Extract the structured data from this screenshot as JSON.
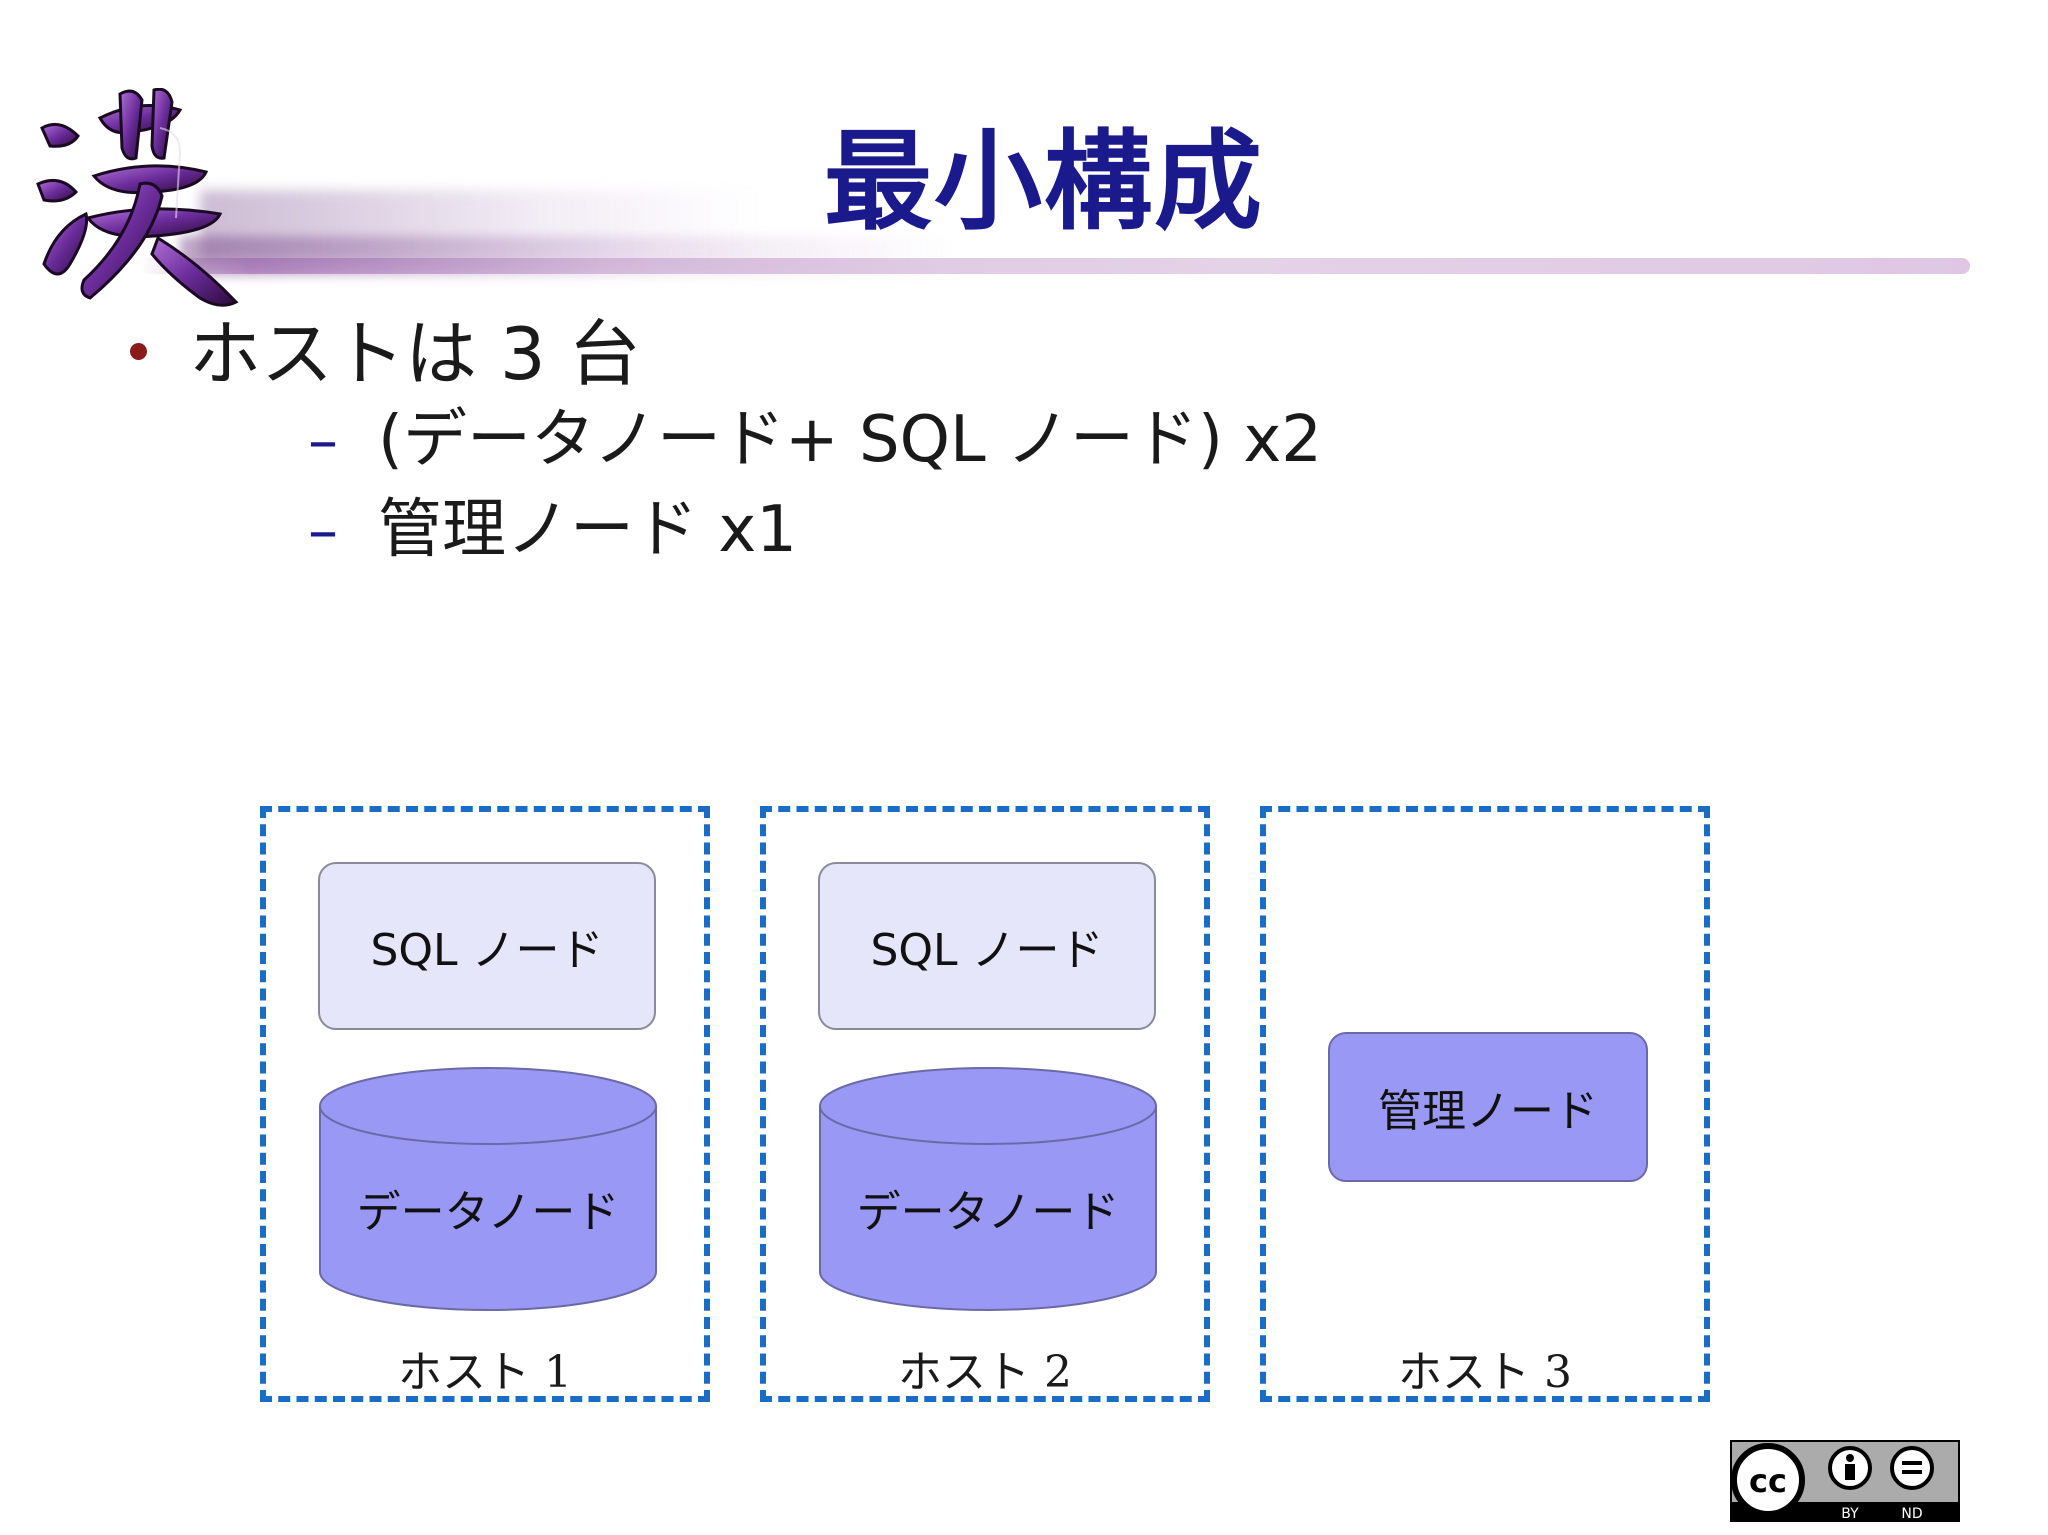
{
  "title": "最小構成",
  "bullet": "ホストは 3 台",
  "sub_items": [
    "(データノード+ SQL ノード) x2",
    "管理ノード x1"
  ],
  "hosts": [
    {
      "label": "ホスト 1",
      "sql": "SQL ノード",
      "data": "データノード"
    },
    {
      "label": "ホスト 2",
      "sql": "SQL ノード",
      "data": "データノード"
    },
    {
      "label": "ホスト 3",
      "mgmt": "管理ノード"
    }
  ],
  "license": {
    "by": "BY",
    "nd": "ND"
  },
  "colors": {
    "title": "#1a1a8c",
    "dashed_border": "#1a6cc4",
    "sql_fill": "#e6e6fa",
    "data_fill": "#9999f5",
    "mgmt_fill": "#9999f5"
  }
}
